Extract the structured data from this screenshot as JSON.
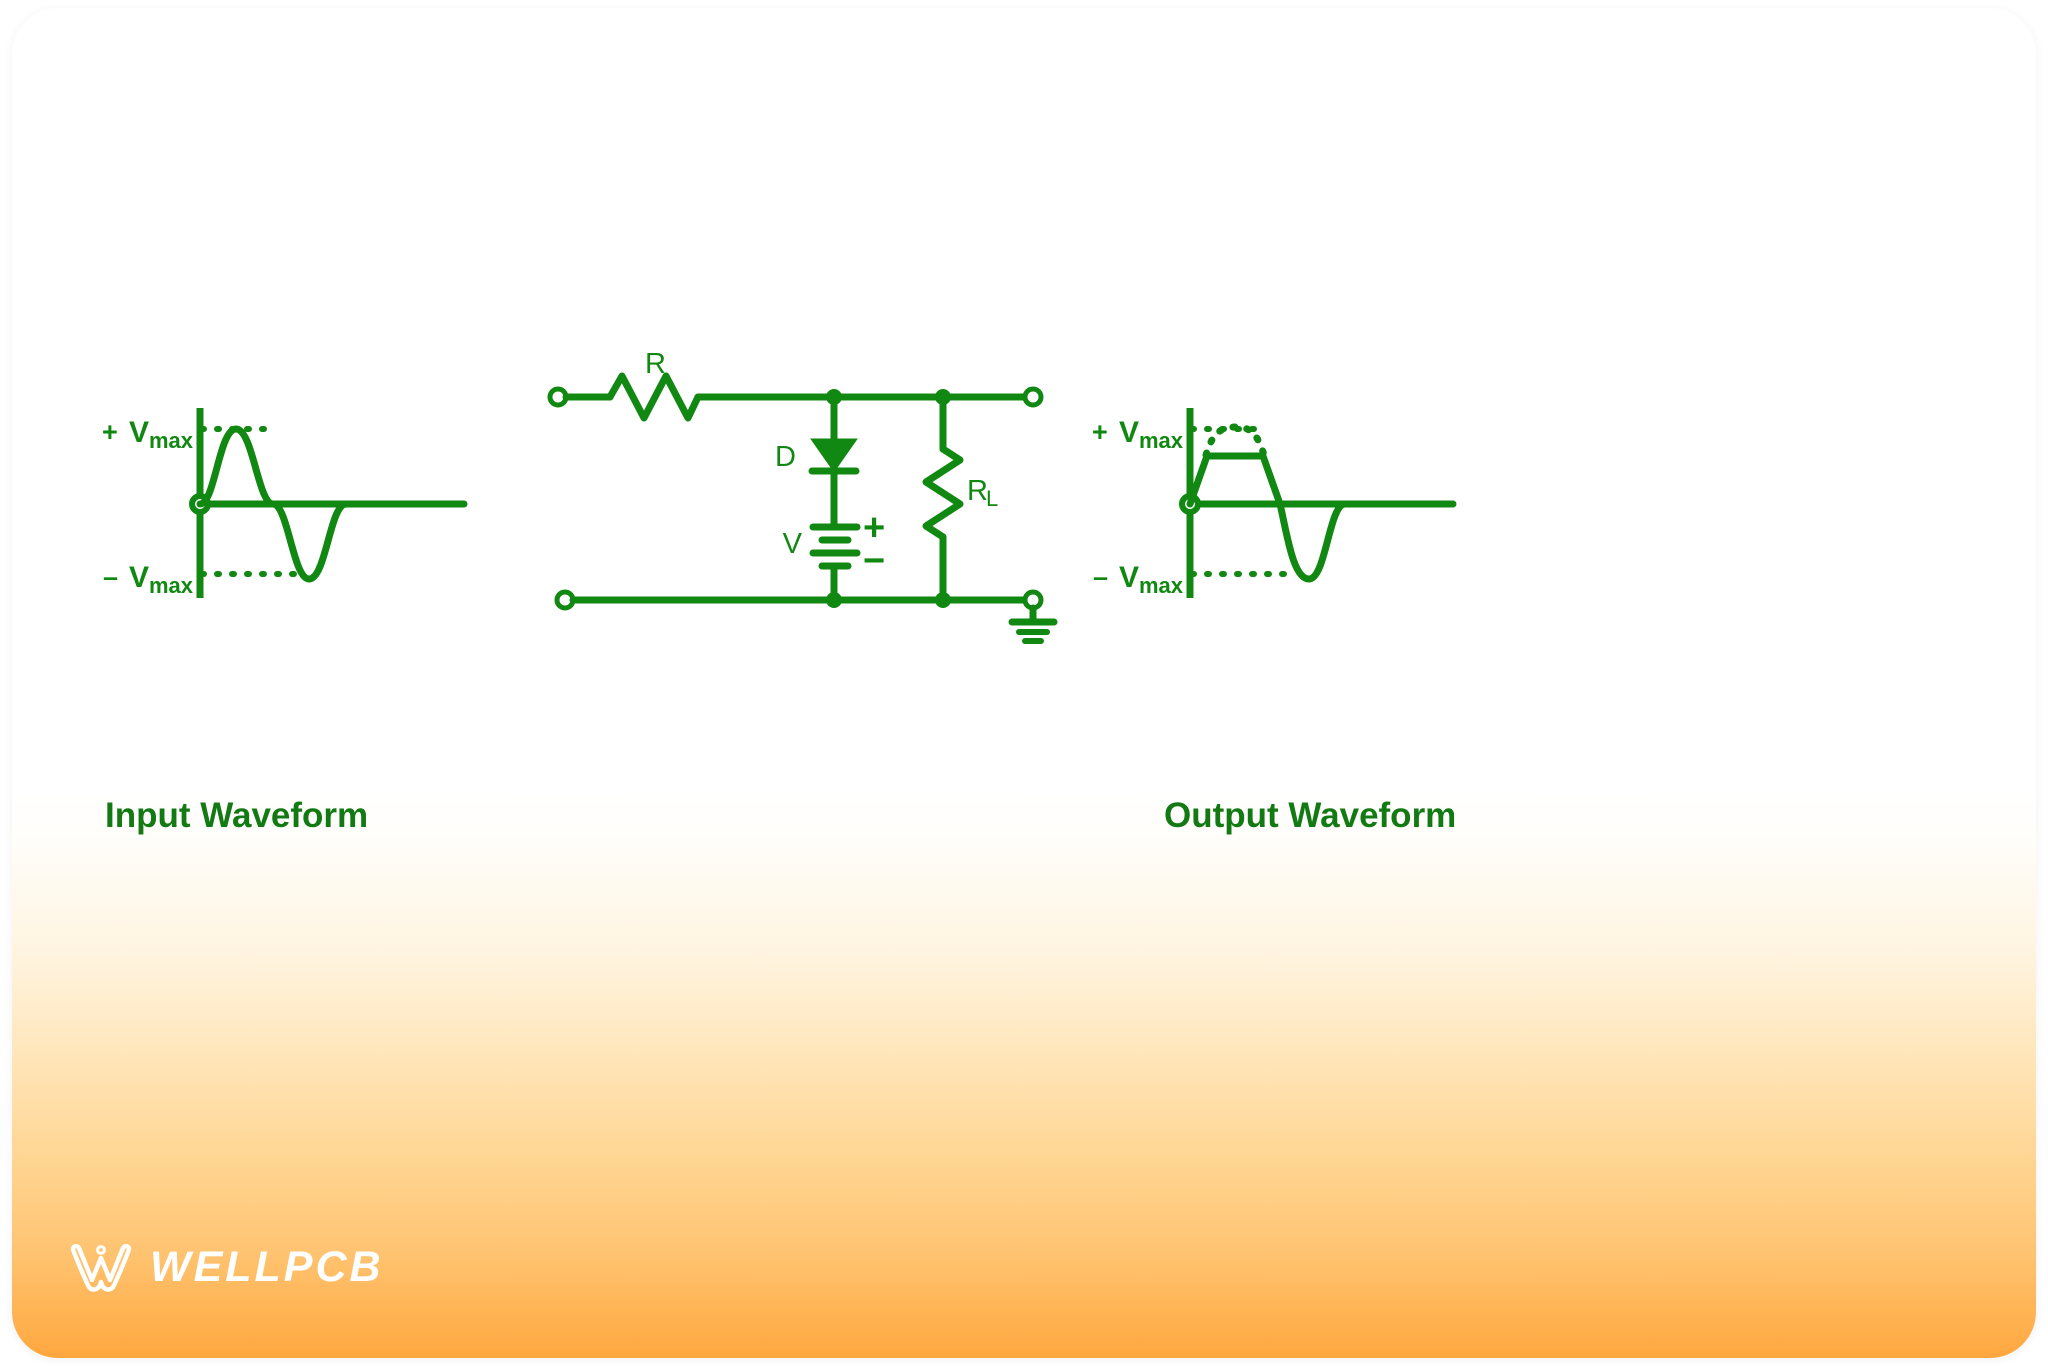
{
  "brand": {
    "name": "WELLPCB",
    "logo_icon": "wellpcb-w-logo-icon",
    "logo_color": "#ffffff",
    "background_accent": "#ffa63c"
  },
  "theme": {
    "line_color": "#118811",
    "label_color": "#137a13",
    "canvas_color": "#ffffff"
  },
  "diagram": {
    "title_input": "Input Waveform",
    "title_output": "Output Waveform",
    "type": "positive-clipper-with-bias-circuit",
    "components": [
      {
        "ref": "R",
        "label": "R",
        "kind": "resistor",
        "orientation": "horizontal"
      },
      {
        "ref": "D",
        "label": "D",
        "kind": "diode",
        "orientation": "vertical-cathode-down"
      },
      {
        "ref": "V",
        "label": "V",
        "kind": "battery",
        "plus": "+",
        "minus": "−"
      },
      {
        "ref": "RL",
        "label": "R",
        "sub": "L",
        "kind": "resistor",
        "orientation": "vertical"
      },
      {
        "ref": "GND",
        "label": "",
        "kind": "ground"
      }
    ],
    "terminals": [
      {
        "name": "input-top-terminal",
        "style": "open-circle"
      },
      {
        "name": "input-bottom-terminal",
        "style": "open-circle"
      },
      {
        "name": "output-top-terminal",
        "style": "open-circle"
      },
      {
        "name": "output-bottom-terminal",
        "style": "open-circle"
      }
    ],
    "junctions": 4
  },
  "chart_data": [
    {
      "type": "line",
      "name": "input-waveform",
      "title": "Input Waveform",
      "xlabel": "",
      "ylabel": "",
      "ylim": [
        -1,
        1
      ],
      "xlim": [
        0,
        1
      ],
      "grid": false,
      "legend": "none",
      "tick_labels_y": [
        "+ V",
        "− V"
      ],
      "annotations": [
        {
          "text": "+ Vmax",
          "sub": "max",
          "sign": "+",
          "y": 1
        },
        {
          "text": "− Vmax",
          "sub": "max",
          "sign": "−",
          "y": -1
        }
      ],
      "series": [
        {
          "name": "vin",
          "description": "one full sine cycle then flat zero",
          "x": [
            0,
            0.0625,
            0.125,
            0.1875,
            0.25,
            0.3125,
            0.375,
            0.4375,
            0.5,
            0.5625,
            0.625,
            0.6875,
            0.75,
            0.8125,
            0.875,
            0.9375,
            1.0
          ],
          "values": [
            0,
            0.383,
            0.707,
            0.924,
            1.0,
            0.924,
            0.707,
            0.383,
            0,
            -0.383,
            -0.707,
            -0.924,
            -1.0,
            -0.924,
            -0.707,
            -0.383,
            0
          ]
        }
      ],
      "dotted_guides": [
        {
          "name": "plus-vmax-guide",
          "y": 1,
          "style": "dotted"
        },
        {
          "name": "minus-vmax-guide",
          "y": -1,
          "style": "dotted"
        }
      ]
    },
    {
      "type": "line",
      "name": "output-waveform",
      "title": "Output Waveform",
      "xlabel": "",
      "ylabel": "",
      "ylim": [
        -1,
        1
      ],
      "xlim": [
        0,
        1
      ],
      "grid": false,
      "legend": "none",
      "annotations": [
        {
          "text": "+ Vmax",
          "sub": "max",
          "sign": "+",
          "y": 1
        },
        {
          "text": "− Vmax",
          "sub": "max",
          "sign": "−",
          "y": -1
        }
      ],
      "series": [
        {
          "name": "vout",
          "description": "positive half clipped flat at +0.62 Vmax, negative half unclipped sine",
          "clip_level": 0.62,
          "x": [
            0,
            0.0625,
            0.125,
            0.1875,
            0.25,
            0.3125,
            0.375,
            0.4375,
            0.5,
            0.5625,
            0.625,
            0.6875,
            0.75,
            0.8125,
            0.875,
            0.9375,
            1.0
          ],
          "values": [
            0,
            0.383,
            0.62,
            0.62,
            0.62,
            0.62,
            0.62,
            0.383,
            0,
            -0.383,
            -0.707,
            -0.924,
            -1.0,
            -0.924,
            -0.707,
            -0.383,
            0
          ]
        },
        {
          "name": "vin-reference-dotted",
          "description": "original unclipped sine peak shown dotted above the clip level",
          "x": [
            0.125,
            0.1875,
            0.25,
            0.3125,
            0.375
          ],
          "values": [
            0.707,
            0.924,
            1.0,
            0.924,
            0.707
          ]
        }
      ],
      "dotted_guides": [
        {
          "name": "plus-vmax-guide",
          "y": 1,
          "style": "dotted"
        },
        {
          "name": "minus-vmax-guide",
          "y": -1,
          "style": "dotted"
        }
      ]
    }
  ],
  "labels": {
    "plus_vmax_sign": "+",
    "minus_vmax_sign": "−",
    "vmax_v": "V",
    "vmax_sub": "max",
    "resistor_r": "R",
    "diode_d": "D",
    "battery_v": "V",
    "battery_plus": "+",
    "battery_minus": "−",
    "load_r": "R",
    "load_sub": "L"
  }
}
